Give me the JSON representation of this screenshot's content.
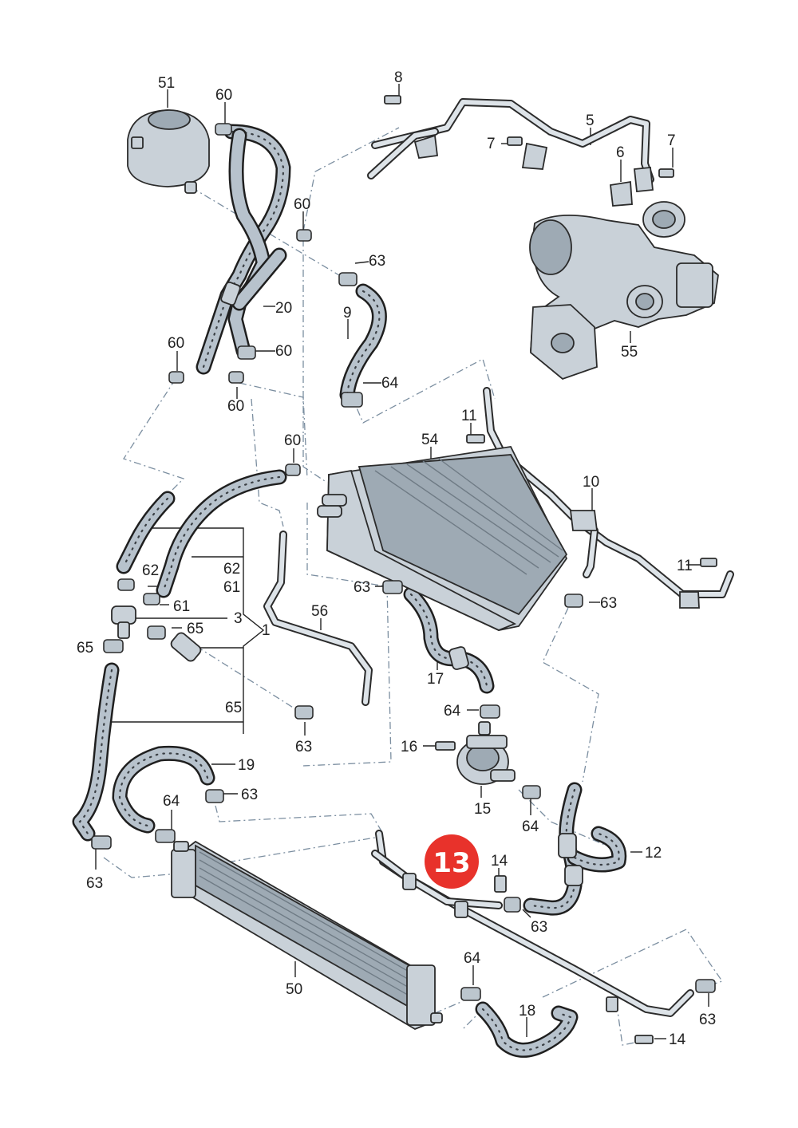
{
  "callouts": [
    {
      "text": "51"
    },
    {
      "text": "60"
    },
    {
      "text": "8"
    },
    {
      "text": "5"
    },
    {
      "text": "7"
    },
    {
      "text": "7"
    },
    {
      "text": "6"
    },
    {
      "text": "60"
    },
    {
      "text": "63"
    },
    {
      "text": "20"
    },
    {
      "text": "9"
    },
    {
      "text": "60"
    },
    {
      "text": "60"
    },
    {
      "text": "55"
    },
    {
      "text": "60"
    },
    {
      "text": "64"
    },
    {
      "text": "11"
    },
    {
      "text": "60"
    },
    {
      "text": "54"
    },
    {
      "text": "10"
    },
    {
      "text": "62"
    },
    {
      "text": "62"
    },
    {
      "text": "61"
    },
    {
      "text": "61"
    },
    {
      "text": "63"
    },
    {
      "text": "11"
    },
    {
      "text": "56"
    },
    {
      "text": "3"
    },
    {
      "text": "65"
    },
    {
      "text": "1"
    },
    {
      "text": "63"
    },
    {
      "text": "65"
    },
    {
      "text": "17"
    },
    {
      "text": "65"
    },
    {
      "text": "64"
    },
    {
      "text": "63"
    },
    {
      "text": "16"
    },
    {
      "text": "19"
    },
    {
      "text": "64"
    },
    {
      "text": "63"
    },
    {
      "text": "15"
    },
    {
      "text": "64"
    },
    {
      "text": "12"
    },
    {
      "text": "63"
    },
    {
      "text": "14"
    },
    {
      "text": "63"
    },
    {
      "text": "50"
    },
    {
      "text": "64"
    },
    {
      "text": "18"
    },
    {
      "text": "63"
    },
    {
      "text": "14"
    }
  ],
  "highlight": {
    "text": "13",
    "color": "#e8322b"
  },
  "colors": {
    "part_fill": "#c9d1d8",
    "line": "#222222",
    "dash": "#7b8ea0"
  }
}
